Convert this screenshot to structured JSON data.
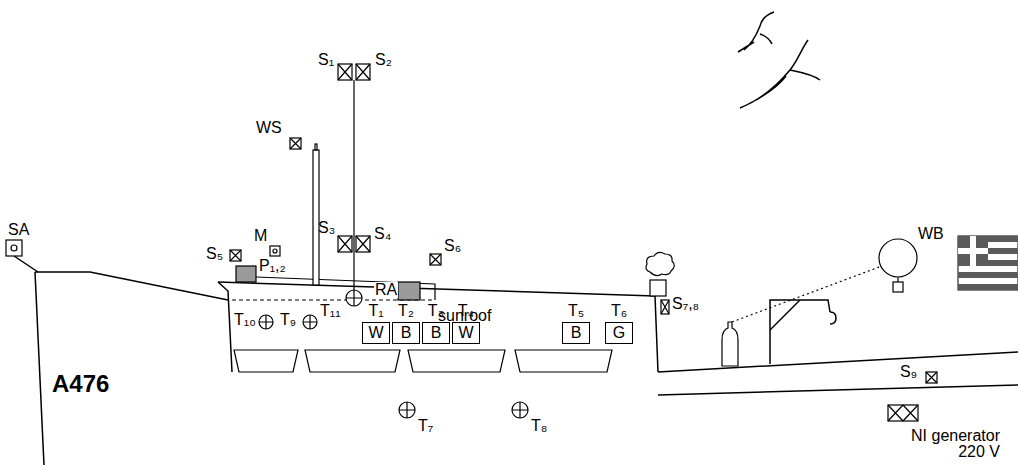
{
  "diagram": {
    "nodes": [
      {
        "text": [
          "T₁",
          "W"
        ]
      },
      {
        "text": [
          "T₂",
          "B"
        ]
      },
      {
        "text": [
          "T₃",
          "B"
        ]
      },
      {
        "text": [
          "T₄",
          "W"
        ]
      },
      {
        "text": [
          "T₅",
          "B"
        ]
      },
      {
        "text": [
          "T₆",
          "G"
        ]
      }
    ],
    "labels": [
      "SA",
      "A476",
      "S₁",
      "S₂",
      "WS",
      "S₃",
      "S₄",
      "M",
      "S₅",
      "P₁,₂",
      "S₆",
      "RA",
      "sunroof",
      "T₁₀",
      "T₉",
      "T₁₁",
      "S₇,₈",
      "WB",
      "S₉",
      "T₇",
      "T₈",
      "NI generator 220 V"
    ]
  }
}
